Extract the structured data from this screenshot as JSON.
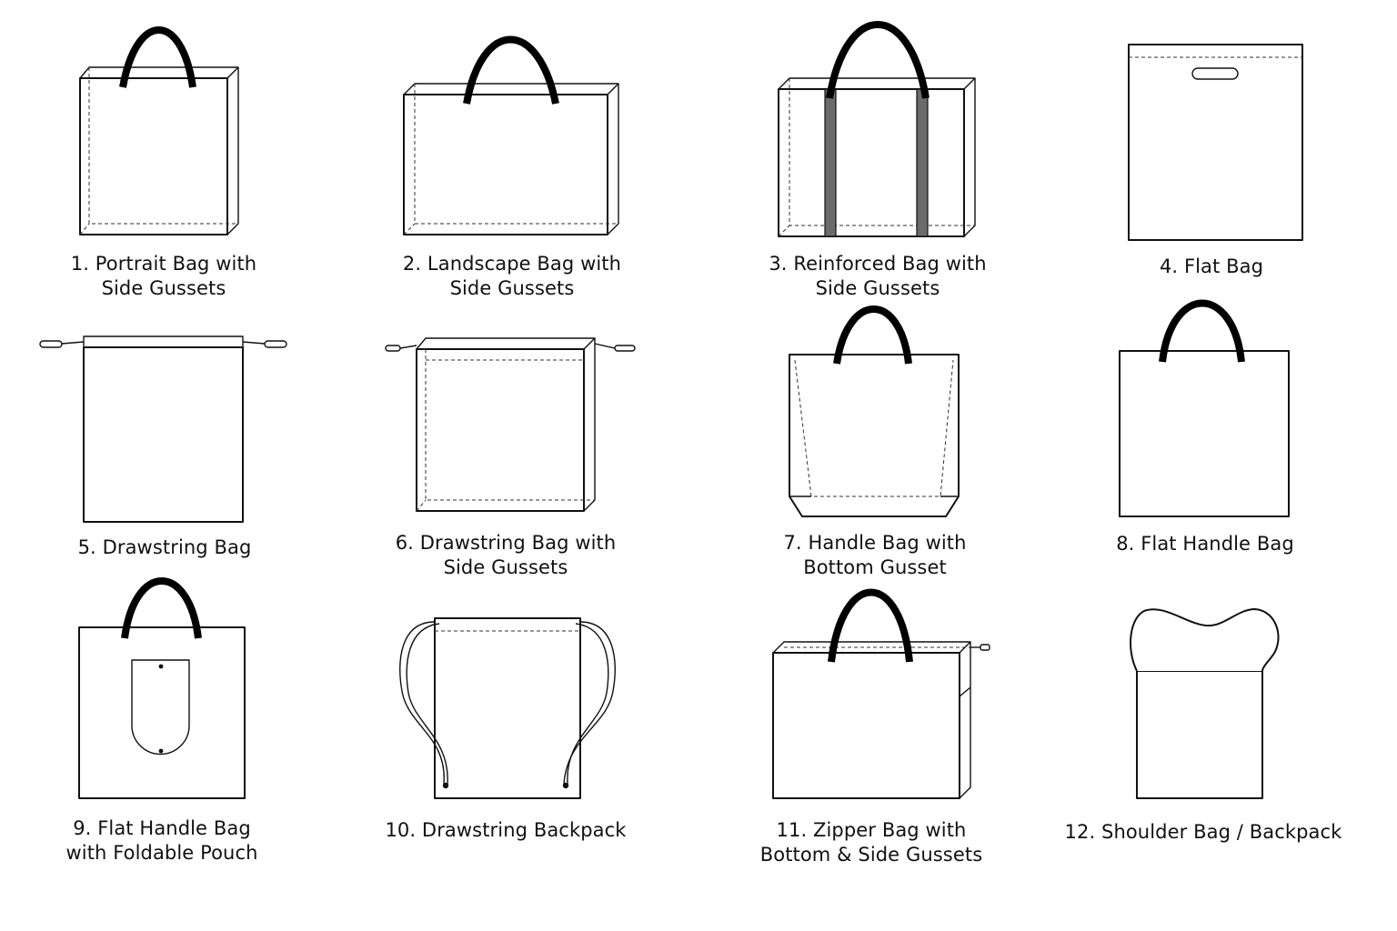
{
  "bags": [
    {
      "id": "portrait-bag-with-side-gussets",
      "lines": [
        "1. Portrait Bag with",
        "Side Gussets"
      ]
    },
    {
      "id": "landscape-bag-with-side-gussets",
      "lines": [
        "2. Landscape Bag with",
        "Side Gussets"
      ]
    },
    {
      "id": "reinforced-bag-with-side-gussets",
      "lines": [
        "3. Reinforced Bag with",
        "Side Gussets"
      ]
    },
    {
      "id": "flat-bag",
      "lines": [
        "4. Flat Bag"
      ]
    },
    {
      "id": "drawstring-bag",
      "lines": [
        "5. Drawstring Bag"
      ]
    },
    {
      "id": "drawstring-bag-with-side-gussets",
      "lines": [
        "6. Drawstring Bag with",
        "Side Gussets"
      ]
    },
    {
      "id": "handle-bag-with-bottom-gusset",
      "lines": [
        "7. Handle Bag with",
        "Bottom Gusset"
      ]
    },
    {
      "id": "flat-handle-bag",
      "lines": [
        "8. Flat Handle Bag"
      ]
    },
    {
      "id": "flat-handle-bag-with-foldable-pouch",
      "lines": [
        "9. Flat Handle Bag",
        "with Foldable Pouch"
      ]
    },
    {
      "id": "drawstring-backpack",
      "lines": [
        "10. Drawstring Backpack"
      ]
    },
    {
      "id": "zipper-bag-with-bottom-and-side-gussets",
      "lines": [
        "11. Zipper Bag with",
        "Bottom & Side Gussets"
      ]
    },
    {
      "id": "shoulder-bag-backpack",
      "lines": [
        "12. Shoulder Bag / Backpack"
      ]
    }
  ]
}
